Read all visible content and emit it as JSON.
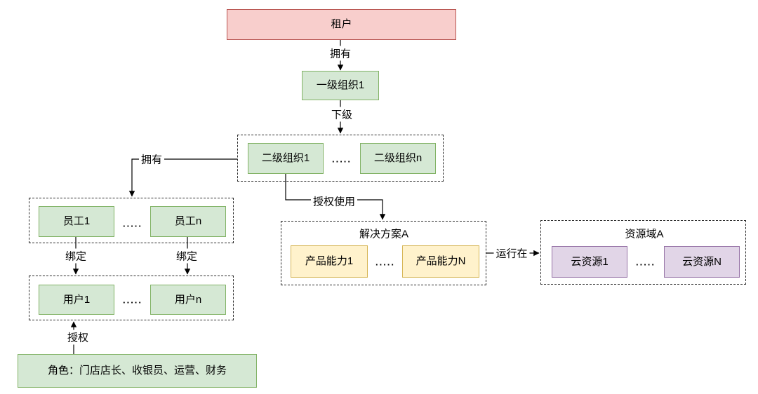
{
  "nodes": {
    "tenant": "租户",
    "level1_org": "一级组织1",
    "level2_orgs": {
      "first": "二级组织1",
      "dots": ".....",
      "last": "二级组织n"
    },
    "employees": {
      "first": "员工1",
      "dots": ".....",
      "last": "员工n"
    },
    "users": {
      "first": "用户1",
      "dots": ".....",
      "last": "用户n"
    },
    "roles": "角色：门店店长、收银员、运营、财务",
    "solution": {
      "title": "解决方案A",
      "first": "产品能力1",
      "dots": ".....",
      "last": "产品能力N"
    },
    "resource_domain": {
      "title": "资源域A",
      "first": "云资源1",
      "dots": ".....",
      "last": "云资源N"
    }
  },
  "edges": {
    "owns_level1": "拥有",
    "subordinate": "下级",
    "owns_employees": "拥有",
    "authorized_use": "授权使用",
    "bind_left": "绑定",
    "bind_right": "绑定",
    "authorize": "授权",
    "runs_on": "运行在"
  },
  "colors": {
    "tenant_fill": "#f8cecc",
    "tenant_border": "#b85450",
    "org_fill": "#d5e8d4",
    "org_border": "#82b366",
    "capability_fill": "#fff2cc",
    "capability_border": "#d6b656",
    "resource_fill": "#e1d5e7",
    "resource_border": "#9673a6",
    "line": "#000000"
  }
}
